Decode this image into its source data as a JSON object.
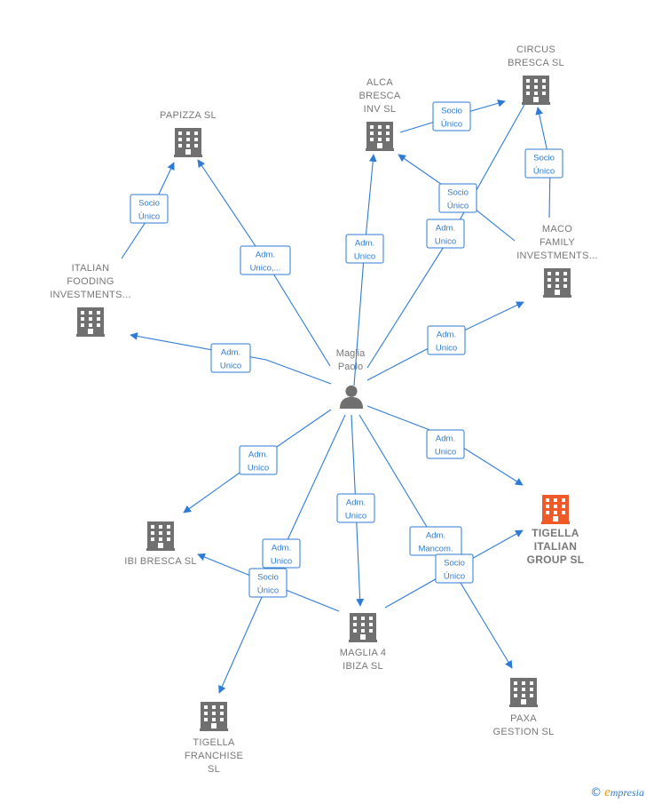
{
  "colors": {
    "accent": "#2e7bd6",
    "building": "#707070",
    "highlight": "#f05a28",
    "label": "#777777"
  },
  "nodes": {
    "papizza": {
      "lines": [
        "PAPIZZA SL"
      ],
      "icon": "building-icon"
    },
    "alca": {
      "lines": [
        "ALCA",
        "BRESCA",
        "INV  SL"
      ],
      "icon": "building-icon"
    },
    "circus": {
      "lines": [
        "CIRCUS",
        "BRESCA  SL"
      ],
      "icon": "building-icon"
    },
    "maco": {
      "lines": [
        "MACO",
        "FAMILY",
        "INVESTMENTS..."
      ],
      "icon": "building-icon"
    },
    "italian": {
      "lines": [
        "ITALIAN",
        "FOODING",
        "INVESTMENTS..."
      ],
      "icon": "building-icon"
    },
    "person": {
      "lines": [
        "Maglia",
        "Paolo"
      ],
      "icon": "person-icon"
    },
    "tigella": {
      "lines": [
        "TIGELLA",
        "ITALIAN",
        "GROUP  SL"
      ],
      "icon": "building-icon"
    },
    "ibi": {
      "lines": [
        "IBI BRESCA  SL"
      ],
      "icon": "building-icon"
    },
    "maglia4": {
      "lines": [
        "MAGLIA 4",
        "IBIZA  SL"
      ],
      "icon": "building-icon"
    },
    "paxa": {
      "lines": [
        "PAXA",
        "GESTION  SL"
      ],
      "icon": "building-icon"
    },
    "franchise": {
      "lines": [
        "TIGELLA",
        "FRANCHISE",
        "SL"
      ],
      "icon": "building-icon"
    }
  },
  "edges": [
    {
      "from": "italian",
      "to": "papizza",
      "lines": [
        "Socio",
        "Único"
      ]
    },
    {
      "from": "person",
      "to": "papizza",
      "lines": [
        "Adm.",
        "Unico,..."
      ]
    },
    {
      "from": "person",
      "to": "italian",
      "lines": [
        "Adm.",
        "Unico"
      ]
    },
    {
      "from": "person",
      "to": "alca",
      "lines": [
        "Adm.",
        "Unico"
      ]
    },
    {
      "from": "alca",
      "to": "circus",
      "lines": [
        "Socio",
        "Único"
      ]
    },
    {
      "from": "maco",
      "to": "alca",
      "lines": [
        "Socio",
        "Único"
      ]
    },
    {
      "from": "maco",
      "to": "circus",
      "lines": [
        "Socio",
        "Único"
      ]
    },
    {
      "from": "person",
      "to": "circus",
      "lines": [
        "Adm.",
        "Unico"
      ]
    },
    {
      "from": "person",
      "to": "maco",
      "lines": [
        "Adm.",
        "Unico"
      ]
    },
    {
      "from": "person",
      "to": "tigella",
      "lines": [
        "Adm.",
        "Unico"
      ]
    },
    {
      "from": "person",
      "to": "ibi",
      "lines": [
        "Adm.",
        "Unico"
      ]
    },
    {
      "from": "person",
      "to": "maglia4",
      "lines": [
        "Adm.",
        "Unico"
      ]
    },
    {
      "from": "person",
      "to": "franchise",
      "lines": [
        "Adm.",
        "Unico"
      ]
    },
    {
      "from": "person",
      "to": "paxa",
      "lines": [
        "Adm.",
        "Mancom."
      ]
    },
    {
      "from": "maglia4",
      "to": "tigella",
      "lines": [
        "Socio",
        "Único"
      ]
    },
    {
      "from": "maglia4",
      "to": "ibi",
      "lines": [
        "Socio",
        "Único"
      ]
    }
  ],
  "footer": {
    "copyright": "©",
    "brand_initial": "e",
    "brand_rest": "mpresia"
  }
}
